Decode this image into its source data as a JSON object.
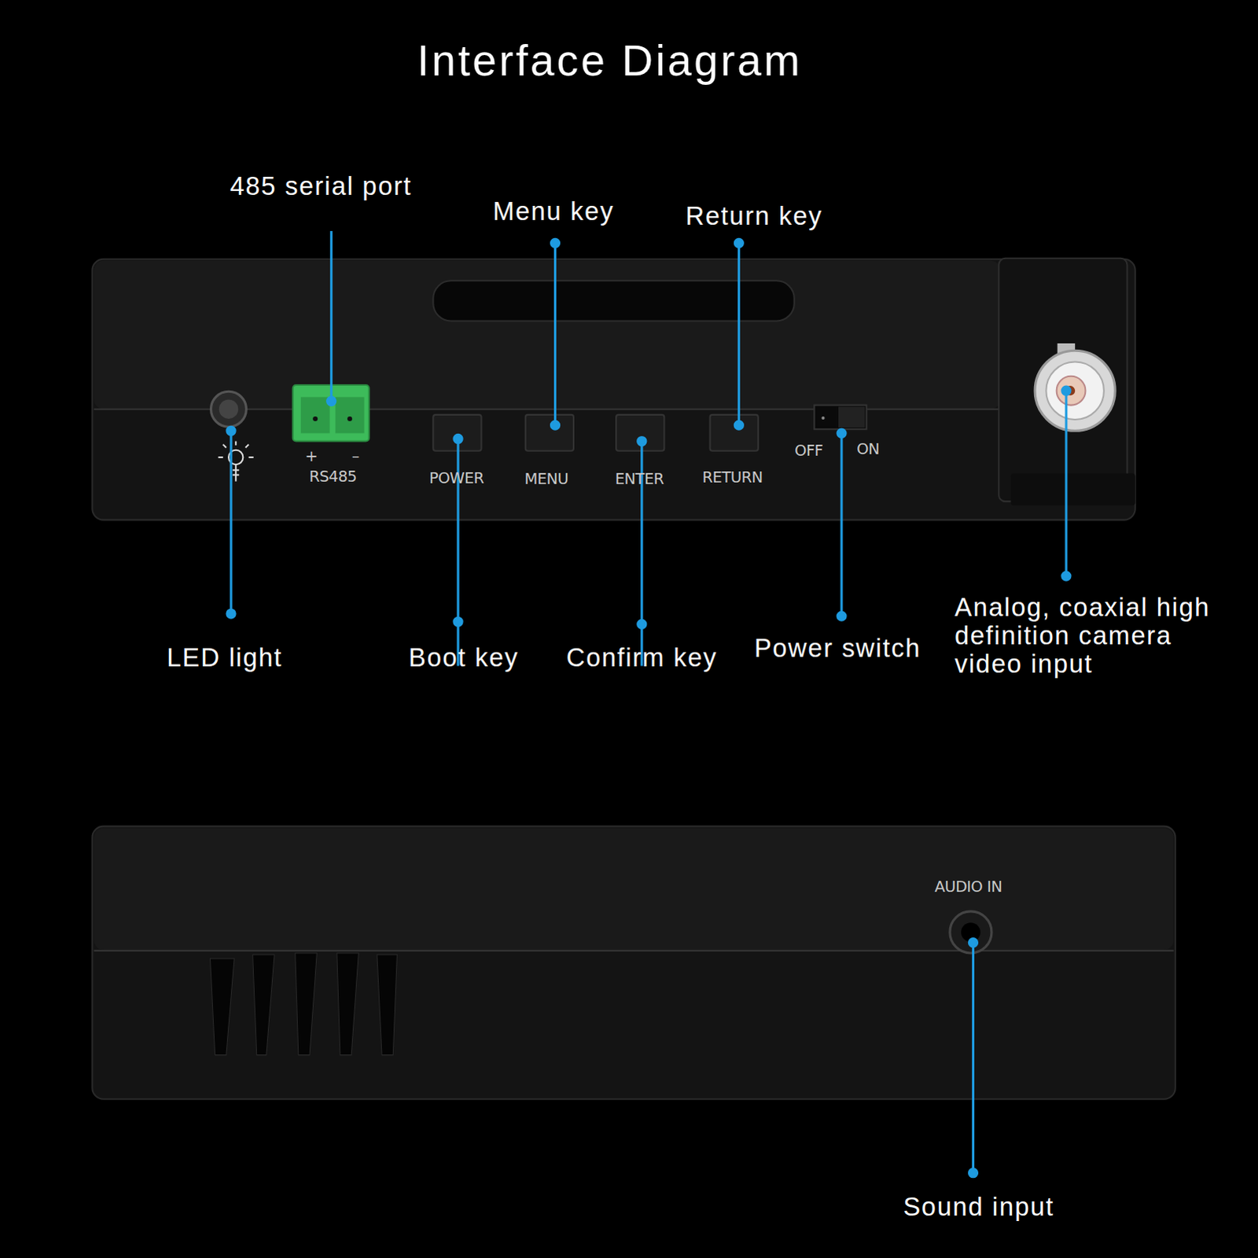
{
  "diagram": {
    "title": "Interface Diagram",
    "labels": [
      "485 serial port",
      "Menu key",
      "Return key",
      "LED light",
      "Boot key",
      "Confirm key",
      "Power switch",
      "Analog, coaxial high definition camera video input",
      "Sound input",
      "+",
      "–",
      "RS485",
      "POWER",
      "MENU",
      "ENTER",
      "RETURN",
      "OFF",
      "ON",
      "AUDIO IN"
    ]
  }
}
